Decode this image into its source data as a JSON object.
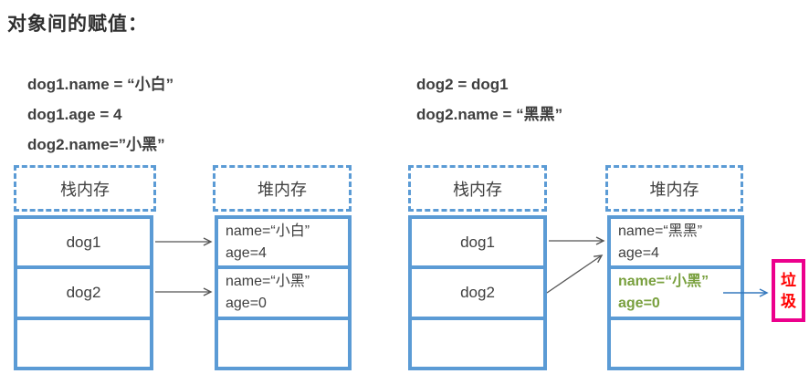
{
  "title": "对象间的赋值：",
  "code_left": {
    "lines": [
      "dog1.name = “小白”",
      "dog1.age = 4",
      "dog2.name=”小黑”"
    ]
  },
  "code_right": {
    "lines": [
      "dog2 = dog1",
      "dog2.name = “黑黑”"
    ]
  },
  "diagram_left": {
    "stack_label": "栈内存",
    "heap_label": "堆内存",
    "stack_rows": [
      "dog1",
      "dog2",
      ""
    ],
    "heap_rows": [
      {
        "line1": "name=“小白”",
        "line2": "age=4"
      },
      {
        "line1": "name=“小黑”",
        "line2": "age=0"
      },
      {
        "line1": "",
        "line2": ""
      }
    ]
  },
  "diagram_right": {
    "stack_label": "栈内存",
    "heap_label": "堆内存",
    "stack_rows": [
      "dog1",
      "dog2",
      ""
    ],
    "heap_rows": [
      {
        "line1": "name=“黑黑”",
        "line2": "age=4"
      },
      {
        "line1": "name=“小黑”",
        "line2": "age=0"
      },
      {
        "line1": "",
        "line2": ""
      }
    ],
    "garbage_label": "垃圾"
  },
  "colors": {
    "box_blue": "#5B9BD5",
    "text_dark": "#3F3F3F",
    "highlight_green": "#79A03E",
    "garbage_border_magenta": "#EC008C",
    "garbage_text_red": "#FF0000",
    "arrow_gray": "#555555",
    "arrow_blue": "#3579BE"
  }
}
